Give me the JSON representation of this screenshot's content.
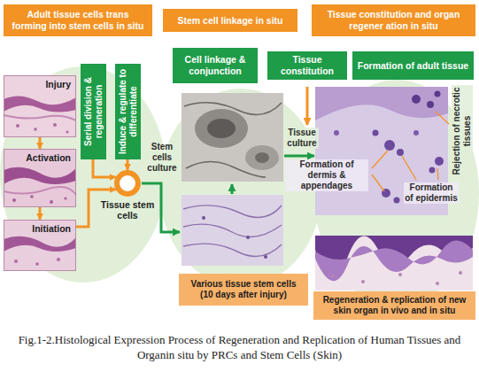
{
  "diagram": {
    "caption": "Fig.1-2.Histological Expression Process of Regeneration and Replication of Human Tissues and Organin situ by PRCs and Stem Cells (Skin)",
    "nodes": [
      {
        "text": [
          "Adult tissue cells trans forming into stem cells in situ"
        ]
      },
      {
        "text": [
          "Stem cell linkage in situ"
        ]
      },
      {
        "text": [
          "Tissue constitution and organ regener ation in situ"
        ]
      },
      {
        "text": [
          "Cell linkage & conjunction"
        ]
      },
      {
        "text": [
          "Tissue constitution"
        ]
      },
      {
        "text": [
          "Formation of adult tissue"
        ]
      },
      {
        "text": [
          "Injury"
        ]
      },
      {
        "text": [
          "Serial division & regeneration"
        ]
      },
      {
        "text": [
          "Induce & regulate to differentiate"
        ]
      },
      {
        "text": [
          "Activation"
        ]
      },
      {
        "text": [
          "Tissue stem cells"
        ]
      },
      {
        "text": [
          "Initiation"
        ]
      },
      {
        "text": [
          "Various tissue stem cells (10 days after injury)"
        ]
      },
      {
        "text": [
          "Regeneration & replication of new skin organ in vivo and in situ"
        ]
      }
    ],
    "edges": [
      {
        "from": 6,
        "to": 9,
        "arrow": "to"
      },
      {
        "from": 9,
        "to": 11,
        "arrow": "to"
      },
      {
        "from": 11,
        "to": 10,
        "arrow": "to"
      },
      {
        "from": 7,
        "to": 10,
        "arrow": "to"
      },
      {
        "from": 8,
        "to": 10,
        "arrow": "to"
      }
    ],
    "labels": [
      "Stem cells culture",
      "Tissue culture",
      "Formation of dermis & appendages",
      "Rejection of necrotic tissues",
      "Formation of epidermis"
    ]
  }
}
